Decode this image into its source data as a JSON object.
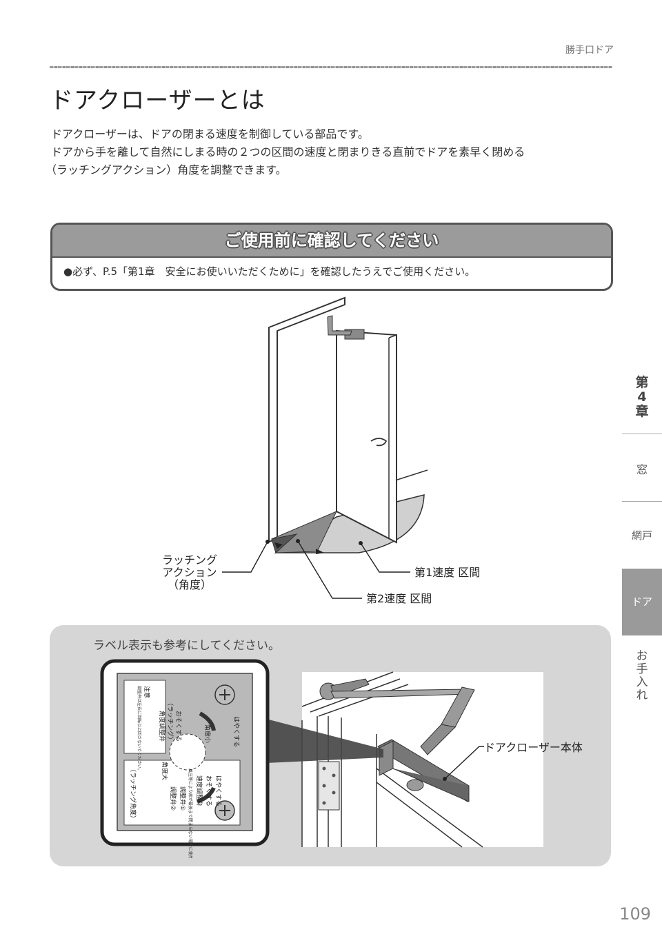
{
  "header": {
    "section": "勝手口ドア"
  },
  "title": "ドアクローザーとは",
  "intro": [
    "ドアクローザーは、ドアの閉まる速度を制御している部品です。",
    "ドアから手を離して自然にしまる時の２つの区間の速度と閉まりきる直前でドアを素早く閉める",
    "（ラッチングアクション）角度を調整できます。"
  ],
  "notice": {
    "heading": "ご使用前に確認してください",
    "text": "●必ず、P.5「第1章　安全にお使いいただくために」を確認したうえでご使用ください。"
  },
  "door_diagram": {
    "latching_label": [
      "ラッチング",
      "アクション",
      "（角度）"
    ],
    "speed1_label": "第1速度 区間",
    "speed2_label": "第2速度 区間"
  },
  "label_section": {
    "caption": "ラベル表示も参考にしてください。",
    "closer_label": "ドアクローザー本体",
    "sticker": {
      "fast": "はやくする",
      "slow": "おそくする",
      "angle_small": "角度小",
      "angle_large": "角度大",
      "latching": "（ラッチング）",
      "angle_valve": "角度調整弁",
      "valve1": "調整弁①",
      "valve2": "調整弁②",
      "speed_valve": "速度調整弁",
      "latching_angle": "（ラッチング角度）",
      "caution": "注意",
      "caution_text": "調整弁は左右に回転以上回さないでください。",
      "wind_text": "風圧等により扉が最後まで閉まらない場合に使用します。"
    }
  },
  "side_tabs": [
    "第",
    "4",
    "章",
    "窓",
    "網戸",
    "ドア",
    "お",
    "手",
    "入",
    "れ"
  ],
  "page_number": "109"
}
